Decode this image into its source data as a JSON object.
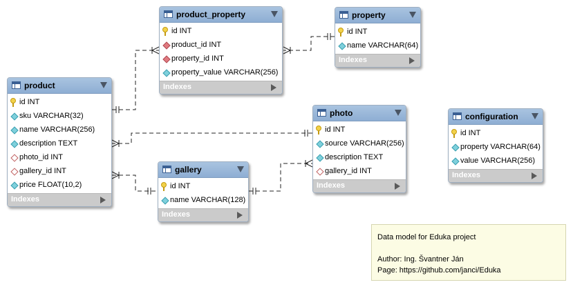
{
  "tables": {
    "product": {
      "name": "product",
      "rows": [
        {
          "text": "id INT",
          "kind": "key"
        },
        {
          "text": "sku VARCHAR(32)",
          "kind": "column"
        },
        {
          "text": "name VARCHAR(256)",
          "kind": "column"
        },
        {
          "text": "description TEXT",
          "kind": "column"
        },
        {
          "text": "photo_id INT",
          "kind": "foreign-key-nullable"
        },
        {
          "text": "gallery_id INT",
          "kind": "foreign-key-nullable"
        },
        {
          "text": "price FLOAT(10,2)",
          "kind": "column"
        }
      ],
      "indexes_label": "Indexes"
    },
    "product_property": {
      "name": "product_property",
      "rows": [
        {
          "text": "id INT",
          "kind": "key"
        },
        {
          "text": "product_id INT",
          "kind": "foreign-key"
        },
        {
          "text": "property_id INT",
          "kind": "foreign-key"
        },
        {
          "text": "property_value VARCHAR(256)",
          "kind": "column"
        }
      ],
      "indexes_label": "Indexes"
    },
    "property": {
      "name": "property",
      "rows": [
        {
          "text": "id INT",
          "kind": "key"
        },
        {
          "text": "name VARCHAR(64)",
          "kind": "column"
        }
      ],
      "indexes_label": "Indexes"
    },
    "gallery": {
      "name": "gallery",
      "rows": [
        {
          "text": "id INT",
          "kind": "key"
        },
        {
          "text": "name VARCHAR(128)",
          "kind": "column"
        }
      ],
      "indexes_label": "Indexes"
    },
    "photo": {
      "name": "photo",
      "rows": [
        {
          "text": "id INT",
          "kind": "key"
        },
        {
          "text": "source VARCHAR(256)",
          "kind": "column"
        },
        {
          "text": "description TEXT",
          "kind": "column"
        },
        {
          "text": "gallery_id INT",
          "kind": "foreign-key-nullable"
        }
      ],
      "indexes_label": "Indexes"
    },
    "configuration": {
      "name": "configuration",
      "rows": [
        {
          "text": "id INT",
          "kind": "key"
        },
        {
          "text": "property VARCHAR(64)",
          "kind": "column"
        },
        {
          "text": "value VARCHAR(256)",
          "kind": "column"
        }
      ],
      "indexes_label": "Indexes"
    }
  },
  "note": {
    "line1": "Data model for Eduka project",
    "line2": "Author: Ing. Švantner Ján",
    "line3": "Page: https://github.com/janci/Eduka"
  },
  "colors": {
    "header": "#9ab8db",
    "indexes_bar": "#cbcbcb",
    "connector": "#000000",
    "note_bg": "#fcfce4"
  }
}
